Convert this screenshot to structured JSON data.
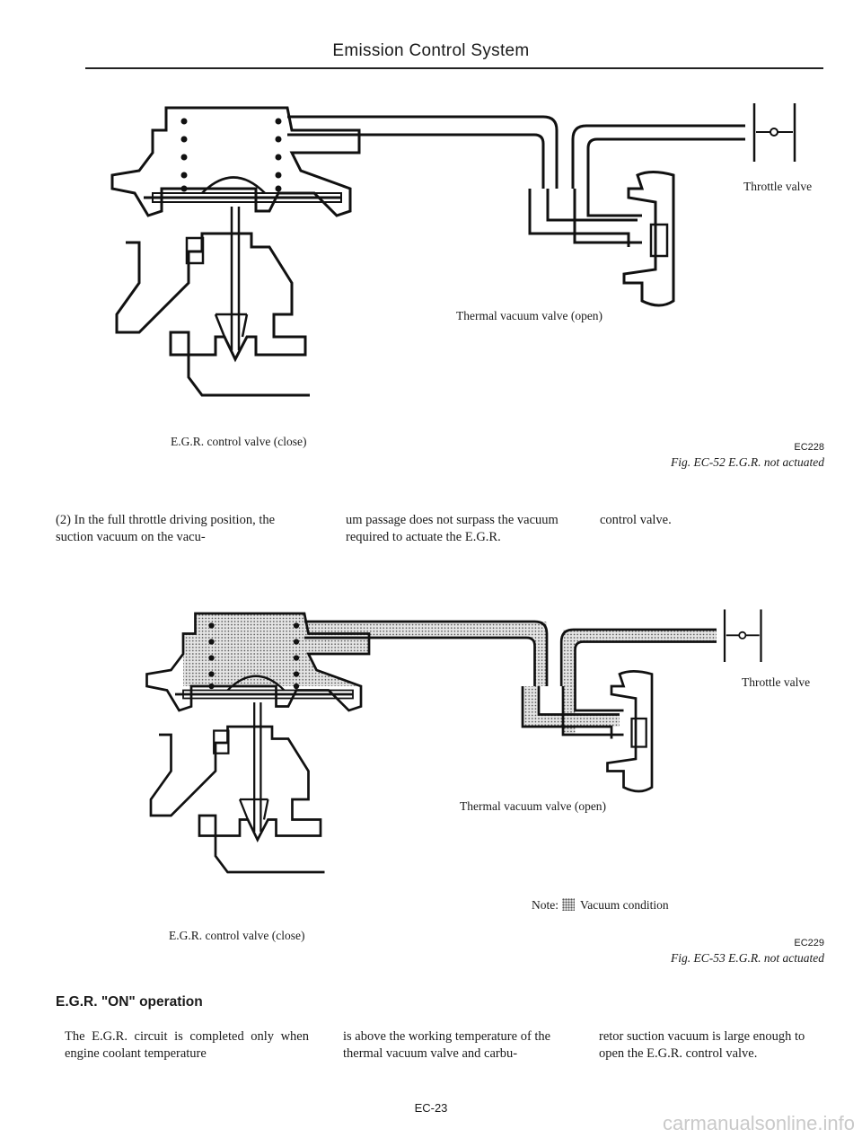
{
  "header": {
    "title": "Emission Control System"
  },
  "figure1": {
    "throttle_label": "Throttle valve",
    "tvv_label": "Thermal vacuum valve (open)",
    "egr_label": "E.G.R. control valve (close)",
    "code": "EC228",
    "caption": "Fig. EC-52 E.G.R. not actuated"
  },
  "text1": {
    "col1": "(2) In the full throttle driving position, the suction vacuum on the vacu-",
    "col2": "um passage does not surpass the vacuum required to actuate the E.G.R.",
    "col3": "control valve."
  },
  "figure2": {
    "throttle_label": "Throttle valve",
    "tvv_label": "Thermal vacuum valve (open)",
    "egr_label": "E.G.R. control valve (close)",
    "note_prefix": "Note:",
    "note_text": "Vacuum condition",
    "code": "EC229",
    "caption": "Fig. EC-53 E.G.R. not actuated"
  },
  "section": {
    "heading": "E.G.R. \"ON\" operation",
    "col1": "The E.G.R. circuit is completed only when engine coolant temperature",
    "col2": "is above the working temperature of the thermal vacuum valve and carbu-",
    "col3": "retor suction vacuum is large enough to open the E.G.R. control valve."
  },
  "footer": {
    "page": "EC-23",
    "watermark": "carmanualsonline.info"
  }
}
